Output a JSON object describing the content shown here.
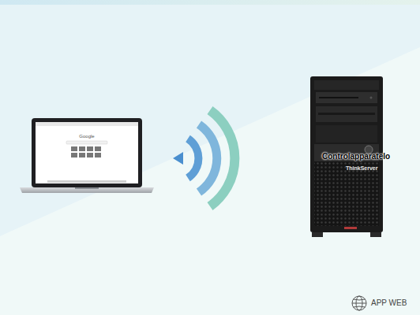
{
  "diagram": {
    "labels": [
      "Google",
      "Controlapparatelo",
      "ThinkServer",
      "APP WEB"
    ]
  }
}
